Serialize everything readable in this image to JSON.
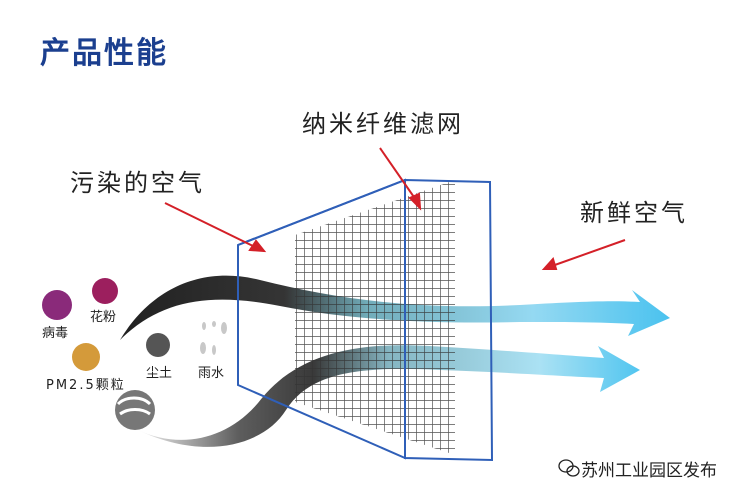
{
  "title": "产品性能",
  "labels": {
    "nano_filter": "纳米纤维滤网",
    "polluted_air": "污染的空气",
    "fresh_air": "新鲜空气"
  },
  "pollutants": [
    {
      "label": "病毒",
      "color": "#8a2a7a"
    },
    {
      "label": "花粉",
      "color": "#9c1f5e"
    },
    {
      "label": "PM2.5颗粒",
      "color": "#d49a3a"
    },
    {
      "label": "尘土",
      "color": "#555555"
    },
    {
      "label": "雨水",
      "color": "#bbbbbb"
    }
  ],
  "watermark": "苏州工业园区发布",
  "colors": {
    "title": "#1b3f8f",
    "arrow": "#d42028",
    "frame": "#2f5fb8",
    "fresh": "#5ec8ee",
    "polluted": "#3a3a3a"
  }
}
